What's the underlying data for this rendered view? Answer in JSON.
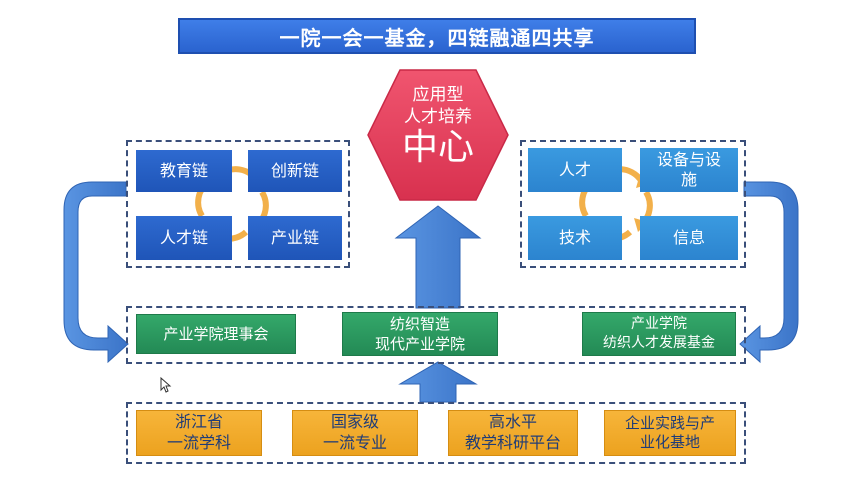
{
  "title": "一院一会一基金，四链融通四共享",
  "center": {
    "line1": "应用型",
    "line2": "人才培养",
    "line3": "中心"
  },
  "left_chains": [
    "教育链",
    "创新链",
    "人才链",
    "产业链"
  ],
  "right_items": [
    "人才",
    "设备与设施",
    "技术",
    "信息"
  ],
  "middle": [
    "产业学院理事会",
    "纺织智造\n现代产业学院",
    "产业学院\n纺织人才发展基金"
  ],
  "bottom": [
    "浙江省\n一流学科",
    "国家级\n一流专业",
    "高水平\n教学科研平台",
    "企业实践与产\n业化基地"
  ],
  "colors": {
    "banner": "#2a63cf",
    "hexagon": "#e8405e",
    "chain_blue": "#1f55b8",
    "light_blue": "#2c84cf",
    "green": "#238a55",
    "orange": "#eca21f",
    "arrow_blue": "#4a86d8",
    "cycle_orange": "#f2b04a"
  }
}
